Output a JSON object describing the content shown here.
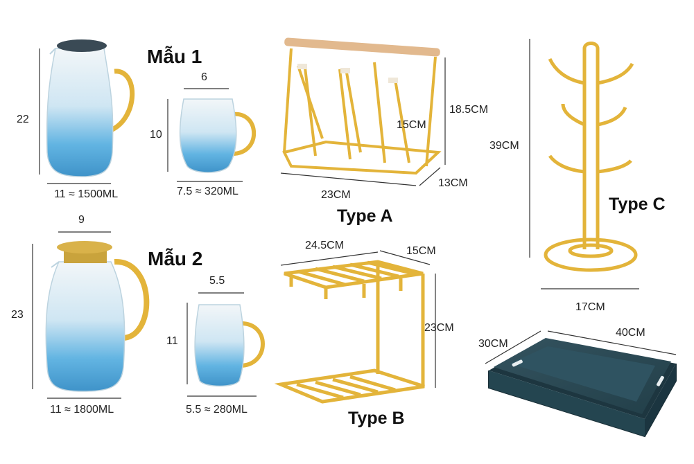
{
  "set1": {
    "title": "Mẫu 1",
    "pitcher": {
      "height": "22",
      "capacity": "11 ≈ 1500ML"
    },
    "cup": {
      "width": "6",
      "height": "10",
      "capacity": "7.5  ≈ 320ML"
    }
  },
  "set2": {
    "title": "Mẫu 2",
    "pitcher": {
      "width": "9",
      "height": "23",
      "capacity": "11 ≈ 1800ML"
    },
    "cup": {
      "width": "5.5",
      "height": "11",
      "capacity": "5.5 ≈ 280ML"
    }
  },
  "type_a": {
    "title": "Type A",
    "height": "18.5CM",
    "inner_height": "15CM",
    "length": "23CM",
    "depth": "13CM"
  },
  "type_b": {
    "title": "Type B",
    "length": "24.5CM",
    "depth": "15CM",
    "height": "23CM"
  },
  "type_c": {
    "title": "Type C",
    "height": "39CM",
    "base": "17CM"
  },
  "tray": {
    "width": "30CM",
    "length": "40CM"
  },
  "colors": {
    "gold": "#E3B43A",
    "glass_blue": "#4BA3D6",
    "tray": "#2B4A55",
    "lid": "#3A4A55"
  }
}
